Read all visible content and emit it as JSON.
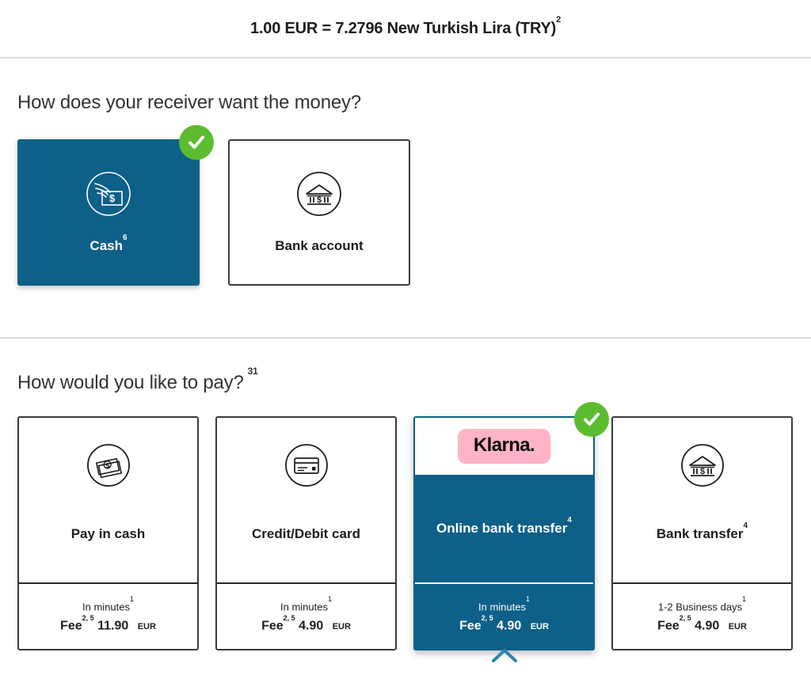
{
  "rate": {
    "text": "1.00 EUR = 7.2796 New Turkish Lira (TRY)",
    "footnote": "2"
  },
  "receiver_section": {
    "title": "How does your receiver want the money?",
    "options": [
      {
        "label": "Cash",
        "footnote": "6",
        "icon": "cash-in-hand-icon",
        "selected": true
      },
      {
        "label": "Bank account",
        "footnote": "",
        "icon": "bank-building-icon",
        "selected": false
      }
    ]
  },
  "pay_section": {
    "title": "How would you like to pay?",
    "title_footnote": "31",
    "options": [
      {
        "label": "Pay in cash",
        "footnote": "",
        "icon": "banknotes-icon",
        "speed": "In minutes",
        "speed_footnote": "1",
        "fee_label": "Fee",
        "fee_footnote": "2, 5",
        "fee_amount": "11.90",
        "currency": "EUR",
        "selected": false,
        "brand": ""
      },
      {
        "label": "Credit/Debit card",
        "footnote": "",
        "icon": "credit-card-icon",
        "speed": "In minutes",
        "speed_footnote": "1",
        "fee_label": "Fee",
        "fee_footnote": "2, 5",
        "fee_amount": "4.90",
        "currency": "EUR",
        "selected": false,
        "brand": ""
      },
      {
        "label": "Online bank transfer",
        "footnote": "4",
        "icon": "klarna-logo",
        "speed": "In minutes",
        "speed_footnote": "1",
        "fee_label": "Fee",
        "fee_footnote": "2, 5",
        "fee_amount": "4.90",
        "currency": "EUR",
        "selected": true,
        "brand": "Klarna."
      },
      {
        "label": "Bank transfer",
        "footnote": "4",
        "icon": "bank-building-icon",
        "speed": "1-2 Business days",
        "speed_footnote": "1",
        "fee_label": "Fee",
        "fee_footnote": "2, 5",
        "fee_amount": "4.90",
        "currency": "EUR",
        "selected": false,
        "brand": ""
      }
    ]
  },
  "colors": {
    "selected_teal": "#0d6088",
    "check_green": "#5cbc30",
    "klarna_pink": "#ffb3c7",
    "caret_blue": "#2e86ab",
    "divider_gray": "#dcdcdc"
  }
}
